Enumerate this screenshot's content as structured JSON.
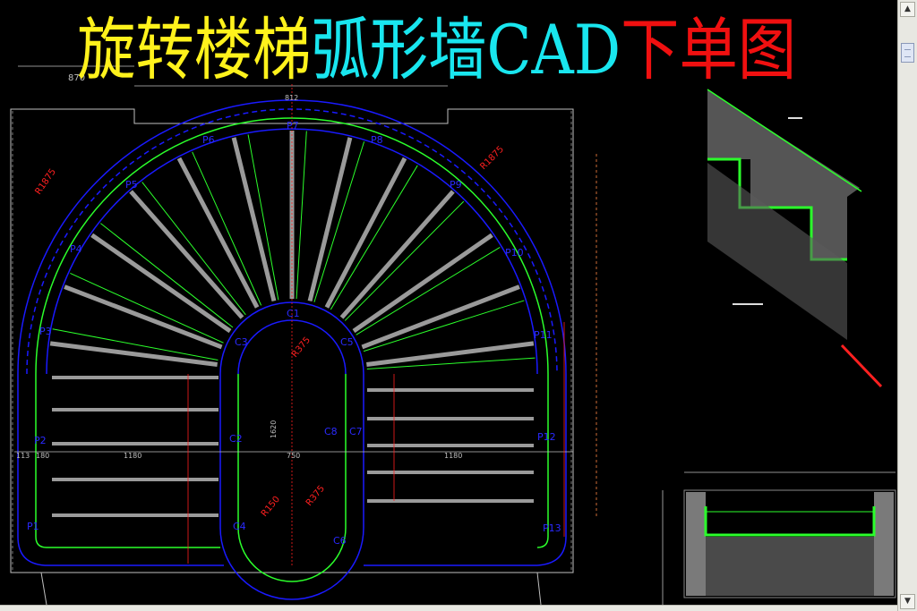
{
  "title": {
    "segments": [
      {
        "text": "旋转楼梯",
        "color": "#fff21c"
      },
      {
        "text": "弧形墙CAD",
        "color": "#19e6ef"
      },
      {
        "text": "下单图",
        "color": "#f01010"
      }
    ]
  },
  "drawing": {
    "dims": {
      "top_870": "870",
      "top_812": "812",
      "r_1875_left": "R1875",
      "r_1875_right": "R1875",
      "r_375": "R375",
      "r_150": "R150",
      "r_375_low": "R375",
      "w_1180_left": "1180",
      "w_1180_right": "1180",
      "w_750": "750",
      "w_180": "180",
      "w_113": "113",
      "h_1620": "1620"
    },
    "labels": {
      "p1": "P1",
      "p2": "P2",
      "p3": "P3",
      "p4": "P4",
      "p5": "P5",
      "p6": "P6",
      "p7": "P7",
      "p8": "P8",
      "p9": "P9",
      "p10": "P10",
      "p11": "P11",
      "p12": "P12",
      "p13": "P13",
      "c1": "C1",
      "c2": "C2",
      "c3": "C3",
      "c4": "C4",
      "c5": "C5",
      "c6": "C6",
      "c7": "C7",
      "c8": "C8"
    }
  },
  "colors": {
    "background": "#000000",
    "wall_blue": "#1a1aff",
    "step_green": "#2bff2b",
    "dim_red": "#ff2020",
    "tread_gray": "#8a8a8a"
  },
  "scrollbar": {
    "up_icon": "▲",
    "down_icon": "▼"
  }
}
